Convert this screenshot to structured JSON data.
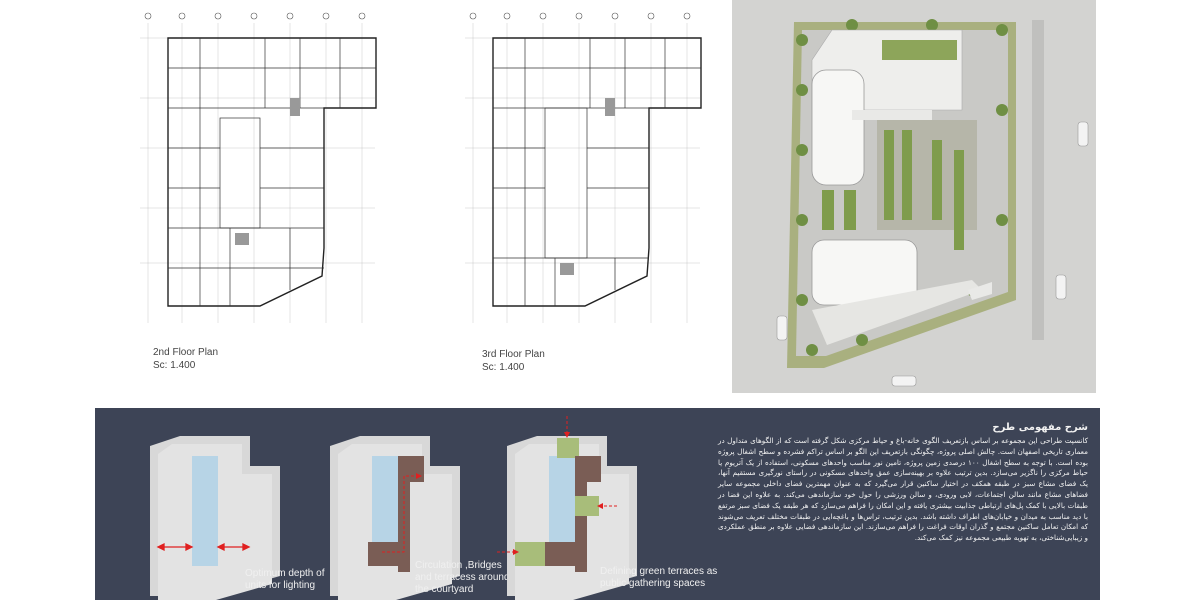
{
  "plans": [
    {
      "title": "2nd Floor Plan",
      "scale": "Sc: 1.400"
    },
    {
      "title": "3rd Floor Plan",
      "scale": "Sc: 1.400"
    }
  ],
  "concept": {
    "heading": "شرح مفهومی طرح",
    "body": "کانسپت طراحی این مجموعه بر اساس بازتعریف الگوی خانه-باغ و حیاط مرکزی شکل گرفته است که از الگوهای متداول در معماری تاریخی اصفهان است. چالش اصلی پروژه، چگونگی بازتعریف این الگو بر اساس تراکم فشرده و سطح اشغال پروژه بوده است. با توجه به سطح اشغال ۱۰۰ درصدی زمین پروژه، تامین نور مناسب واحدهای مسکونی، استفاده از یک آتریوم یا حیاط مرکزی را ناگزیر می‌سازد. بدین ترتیب علاوه بر بهینه‌سازی عمق واحدهای مسکونی در راستای نورگیری مستقیم آنها، یک فضای مشاع سبز در طبقه همکف در اختیار ساکنین قرار می‌گیرد که به عنوان مهمترین فضای داخلی مجموعه سایر فضاهای مشاع مانند سالن اجتماعات، لابی ورودی، و سالن ورزشی را حول خود سازماندهی می‌کند. به علاوه این فضا در طبقات بالایی با کمک پل‌های ارتباطی جذابیت بیشتری یافته و این امکان را فراهم می‌سازد که هر طبقه یک فضای سبز مرتفع با دید مناسب به میدان و خیابان‌های اطراف داشته باشد. بدین ترتیب، تراس‌ها و باغچه‌ایی در طبقات مختلف تعریف می‌شوند که امکان تعامل ساکنین مجتمع و گذران اوقات فراغت را فراهم می‌سازند. این سازماندهی فضایی علاوه بر منطق عملکردی و زیبایی‌شناختی، به تهویه طبیعی مجموعه نیز کمک می‌کند."
  },
  "diagrams": [
    {
      "label_line1": "Optimum depth of",
      "label_line2": "units for lighting",
      "label_line3": ""
    },
    {
      "label_line1": "Circulation ,Bridges",
      "label_line2": "and terracess around",
      "label_line3": "the courtyard"
    },
    {
      "label_line1": "Defining green terraces as",
      "label_line2": "public gathering spaces",
      "label_line3": ""
    }
  ],
  "colors": {
    "panel_background": "#3d4456",
    "courtyard": "#b7d4e6",
    "circulation": "#7a5d55",
    "green_terrace": "#a8bd7a",
    "arrow": "#e02020",
    "massing": "#d8d8d8"
  }
}
